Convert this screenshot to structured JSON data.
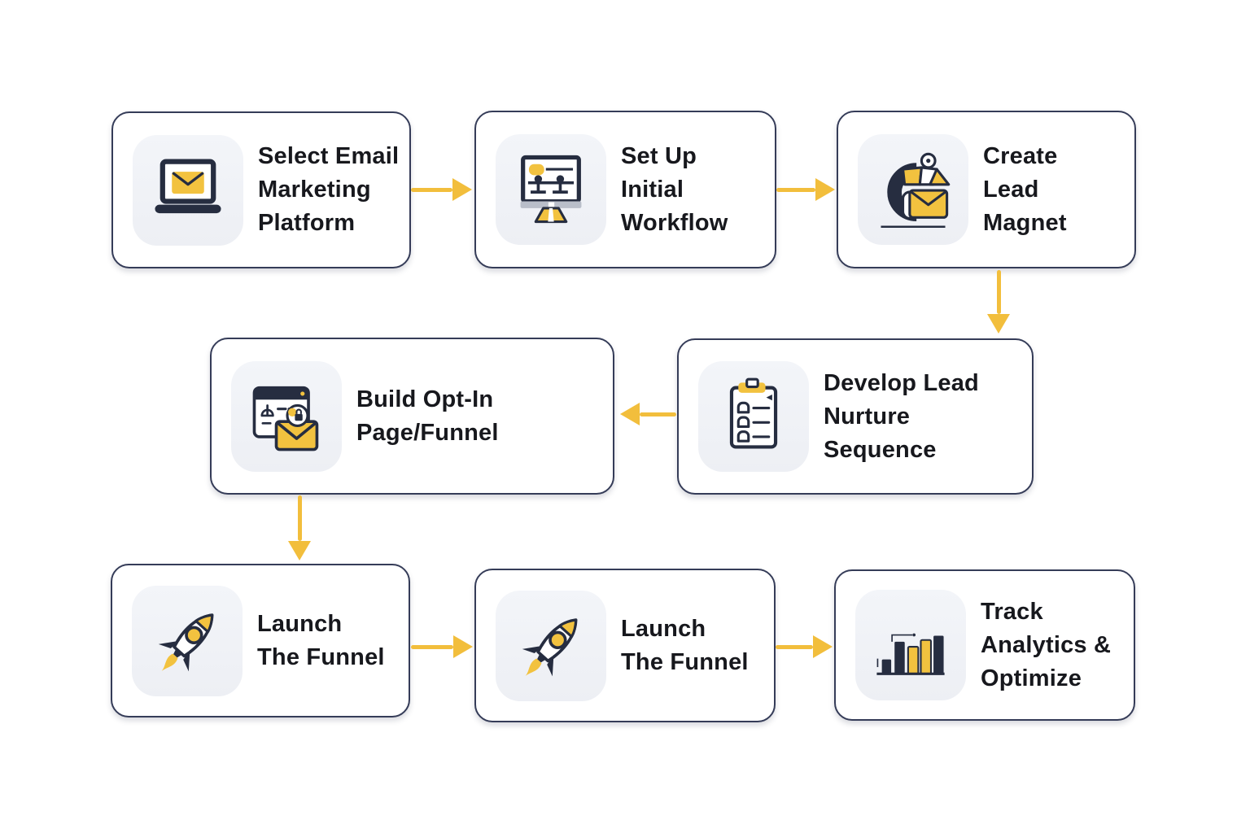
{
  "palette": {
    "background": "#FFFFFF",
    "card_border": "#353C58",
    "card_background": "#FFFFFF",
    "icon_tile_background": "#F0F2F6",
    "icon_navy": "#262D40",
    "accent_yellow": "#F2C23F",
    "arrow_yellow": "#F2BE3C",
    "text": "#17181D"
  },
  "cards": [
    {
      "name": "select-email-marketing-platform",
      "icon": "laptop-email-icon",
      "lines": [
        "Select Email",
        "Marketing",
        "Platform"
      ]
    },
    {
      "name": "set-up-initial-workflow",
      "icon": "workflow-monitor-icon",
      "lines": [
        "Set Up",
        "Initial",
        "Workflow"
      ]
    },
    {
      "name": "create-lead-magnet",
      "icon": "magnet-email-icon",
      "lines": [
        "Create",
        "Lead",
        "Magnet"
      ]
    },
    {
      "name": "build-opt-in-page-funnel",
      "icon": "optin-page-icon",
      "lines": [
        "Build Opt-In",
        "Page/Funnel"
      ]
    },
    {
      "name": "develop-lead-nurture-sequence",
      "icon": "checklist-icon",
      "lines": [
        "Develop Lead",
        "Nurture",
        "Sequence"
      ]
    },
    {
      "name": "launch-the-funnel-1",
      "icon": "rocket-icon",
      "lines": [
        "Launch",
        "The Funnel"
      ]
    },
    {
      "name": "launch-the-funnel-2",
      "icon": "rocket-icon",
      "lines": [
        "Launch",
        "The Funnel"
      ]
    },
    {
      "name": "track-analytics-optimize",
      "icon": "bar-chart-icon",
      "lines": [
        "Track",
        "Analytics &",
        "Optimize"
      ]
    }
  ],
  "arrows": [
    {
      "from": "select-email-marketing-platform",
      "to": "set-up-initial-workflow",
      "direction": "right"
    },
    {
      "from": "set-up-initial-workflow",
      "to": "create-lead-magnet",
      "direction": "right"
    },
    {
      "from": "create-lead-magnet",
      "to": "develop-lead-nurture-sequence",
      "direction": "down"
    },
    {
      "from": "develop-lead-nurture-sequence",
      "to": "build-opt-in-page-funnel",
      "direction": "left"
    },
    {
      "from": "build-opt-in-page-funnel",
      "to": "launch-the-funnel-1",
      "direction": "down"
    },
    {
      "from": "launch-the-funnel-1",
      "to": "launch-the-funnel-2",
      "direction": "right"
    },
    {
      "from": "launch-the-funnel-2",
      "to": "track-analytics-optimize",
      "direction": "right"
    }
  ]
}
